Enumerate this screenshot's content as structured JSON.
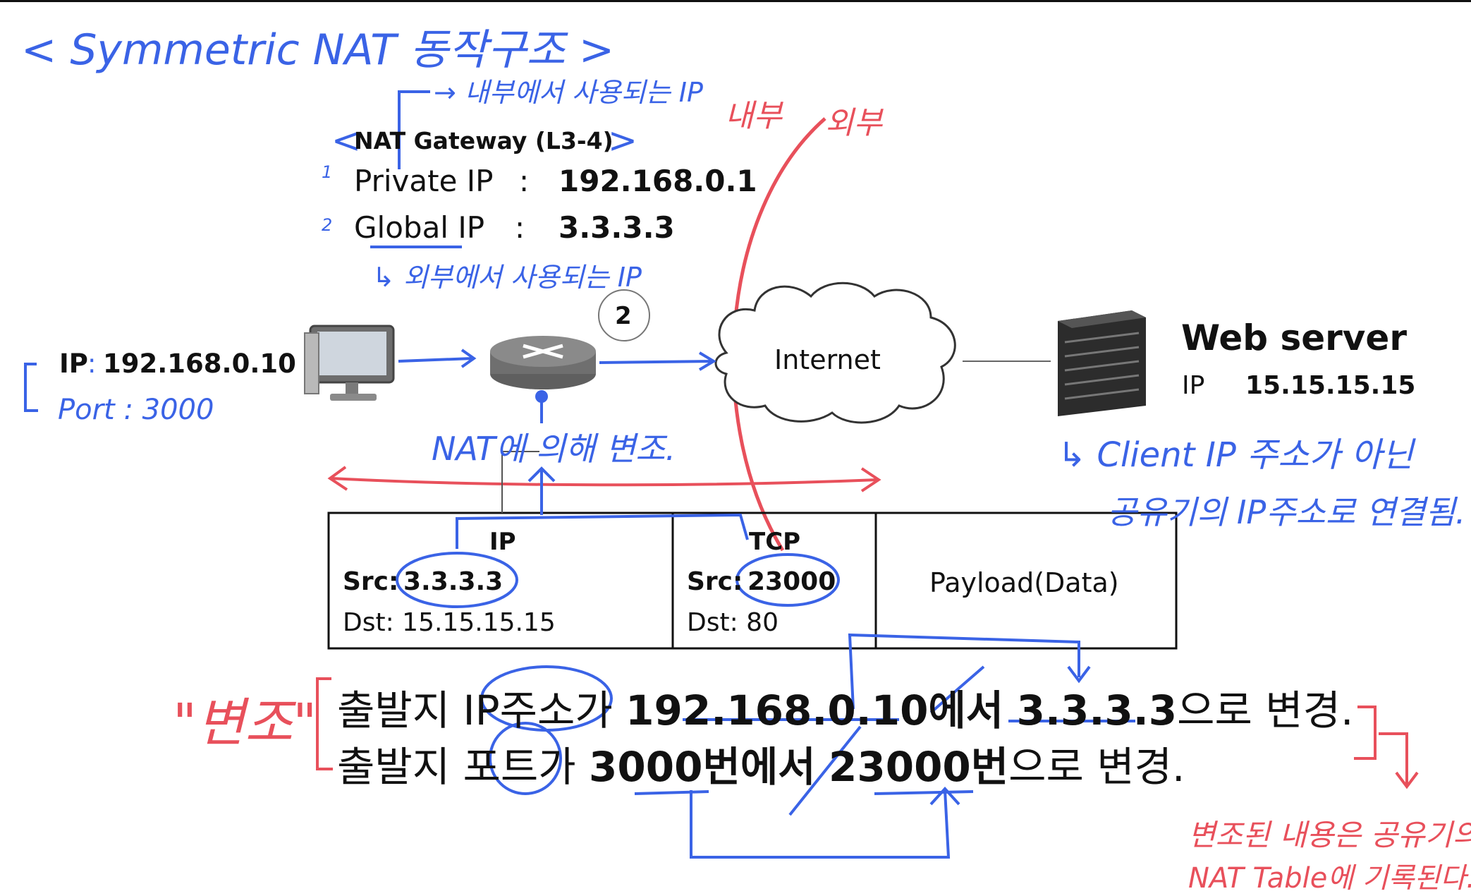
{
  "title": "< Symmetric NAT 동작구조 >",
  "gateway": {
    "header": "NAT Gateway (L3-4)",
    "private_label": "Private IP",
    "private_value": "192.168.0.1",
    "global_label": "Global IP",
    "global_value": "3.3.3.3",
    "note_internal": "→ 내부에서 사용되는 IP",
    "note_external": "↳ 외부에서 사용되는 IP",
    "marker_1": "1",
    "marker_2": "2"
  },
  "zones": {
    "inside": "내부",
    "outside": "외부"
  },
  "step_badge": "2",
  "client": {
    "ip_label": "IP",
    "ip_value": "192.168.0.10",
    "port_note": "Port : 3000"
  },
  "internet_label": "Internet",
  "webserver": {
    "title": "Web server",
    "ip_label": "IP",
    "ip_value": "15.15.15.15",
    "note_line1": "↳ Client IP 주소가 아닌",
    "note_line2": "공유기의 IP주소로 연결됨."
  },
  "nat_note": "NAT에 의해 변조.",
  "packet": {
    "ip_header": "IP",
    "ip_src_label": "Src:",
    "ip_src_value": "3.3.3.3",
    "ip_dst": "Dst: 15.15.15.15",
    "tcp_header": "TCP",
    "tcp_src_label": "Src:",
    "tcp_src_value": "23000",
    "tcp_dst": "Dst: 80",
    "payload": "Payload(Data)"
  },
  "tamper_label": "\"변조\"",
  "sentence1": {
    "prefix": "출발지 IP주소가 ",
    "from": "192.168.0.10에서",
    "to": "3.3.3.3",
    "suffix": "으로 변경."
  },
  "sentence2": {
    "prefix": "출발지 포트가 ",
    "from": "3000번에서",
    "to": "23000번",
    "suffix": "으로 변경."
  },
  "footer_note_line1": "변조된 내용은 공유기의",
  "footer_note_line2": "NAT Table에 기록된다.",
  "colors": {
    "ink_blue": "#3a63e6",
    "ink_red": "#e8505b"
  }
}
